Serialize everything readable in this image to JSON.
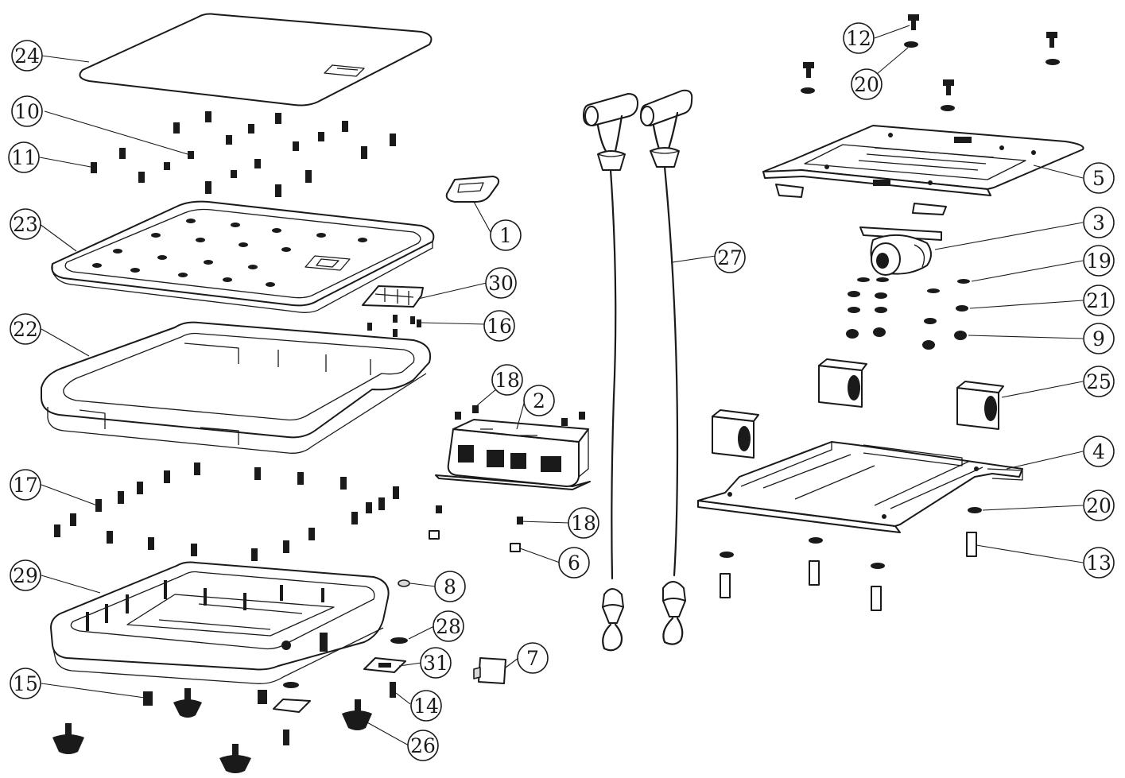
{
  "callouts": [
    {
      "id": "1",
      "label": "1"
    },
    {
      "id": "2",
      "label": "2"
    },
    {
      "id": "3",
      "label": "3"
    },
    {
      "id": "4",
      "label": "4"
    },
    {
      "id": "5",
      "label": "5"
    },
    {
      "id": "6",
      "label": "6"
    },
    {
      "id": "7",
      "label": "7"
    },
    {
      "id": "7b",
      "label": "7"
    },
    {
      "id": "8",
      "label": "8"
    },
    {
      "id": "9",
      "label": "9"
    },
    {
      "id": "10",
      "label": "10"
    },
    {
      "id": "11",
      "label": "11"
    },
    {
      "id": "12",
      "label": "12"
    },
    {
      "id": "13",
      "label": "13"
    },
    {
      "id": "14",
      "label": "14"
    },
    {
      "id": "15",
      "label": "15"
    },
    {
      "id": "16",
      "label": "16"
    },
    {
      "id": "17",
      "label": "17"
    },
    {
      "id": "18a",
      "label": "18"
    },
    {
      "id": "18b",
      "label": "18"
    },
    {
      "id": "19",
      "label": "19"
    },
    {
      "id": "20a",
      "label": "20"
    },
    {
      "id": "20b",
      "label": "20"
    },
    {
      "id": "21",
      "label": "21"
    },
    {
      "id": "22",
      "label": "22"
    },
    {
      "id": "23",
      "label": "23"
    },
    {
      "id": "24",
      "label": "24"
    },
    {
      "id": "25",
      "label": "25"
    },
    {
      "id": "26",
      "label": "26"
    },
    {
      "id": "27",
      "label": "27"
    },
    {
      "id": "28",
      "label": "28"
    },
    {
      "id": "29",
      "label": "29"
    },
    {
      "id": "30",
      "label": "30"
    },
    {
      "id": "31",
      "label": "31"
    }
  ],
  "colors": {
    "line": "#1a1a1a",
    "background": "#ffffff",
    "shade": "#d9d9d9"
  }
}
